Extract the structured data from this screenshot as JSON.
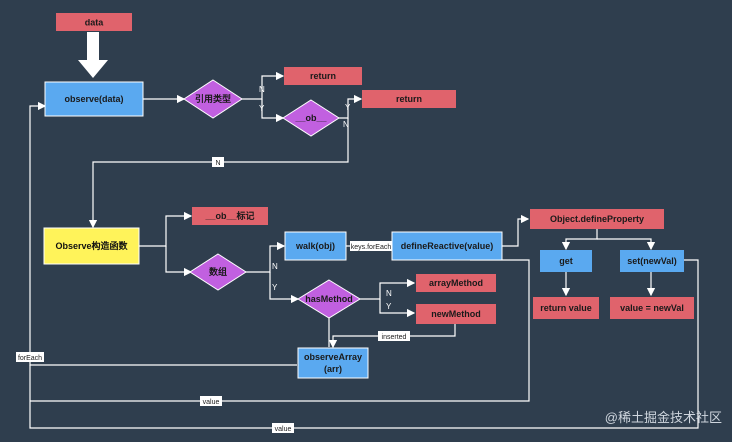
{
  "nodes": {
    "data": "data",
    "observe": "observe(data)",
    "ref_type": "引用类型",
    "return1": "return",
    "ob_check": "__ob__",
    "return2": "return",
    "observer_ctor": "Observe构造函数",
    "ob_mark": "__ob__标记",
    "walk": "walk(obj)",
    "define_reactive": "defineReactive(value)",
    "array_check": "数组",
    "has_method": "hasMethod",
    "array_method": "arrayMethod",
    "new_method": "newMethod",
    "observe_array": "observeArray (arr)",
    "define_property": "Object.defineProperty",
    "get": "get",
    "set": "set(newVal)",
    "return_value": "return value",
    "value_assign": "value = newVal"
  },
  "edges": {
    "n": "N",
    "y": "Y",
    "keys_foreach": "keys.forEach",
    "inserted": "inserted",
    "foreach": "forEach",
    "value": "value"
  },
  "watermark": "@稀土掘金技术社区",
  "colors": {
    "background": "#2f3e4e",
    "blue": "#5aa9f0",
    "red": "#e0636c",
    "yellow": "#fff35a",
    "purple": "#c160e0",
    "line": "#ffffff"
  }
}
